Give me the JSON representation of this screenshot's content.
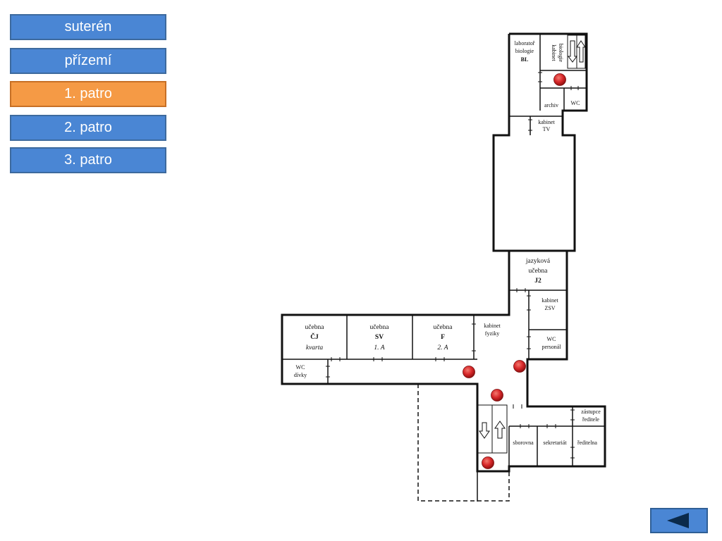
{
  "nav": {
    "floors": [
      {
        "label": "suterén",
        "active": false
      },
      {
        "label": "přízemí",
        "active": false
      },
      {
        "label": "1. patro",
        "active": true
      },
      {
        "label": "2. patro",
        "active": false
      },
      {
        "label": "3. patro",
        "active": false
      }
    ],
    "back_icon": "triangle-left-icon"
  },
  "colors": {
    "button": "#4a86d4",
    "button_active": "#f59a45",
    "marker": "#d8282a",
    "walls": "#111111"
  },
  "rooms": {
    "bl_name1": "laboratoř",
    "bl_name2": "biologie",
    "bl_code": "BL",
    "kab_bio1": "kabinet",
    "kab_bio2": "biologie",
    "archiv": "archiv",
    "wc_top": "WC",
    "kab_tv1": "kabinet",
    "kab_tv2": "TV",
    "j2_1": "jazyková",
    "j2_2": "učebna",
    "j2_code": "J2",
    "zsv1": "kabinet",
    "zsv2": "ZSV",
    "wcp1": "WC",
    "wcp2": "personál",
    "cj1": "učebna",
    "cj_code": "ČJ",
    "cj_class": "kvarta",
    "sv1": "učebna",
    "sv_code": "SV",
    "sv_class": "1. A",
    "f1": "učebna",
    "f_code": "F",
    "f_class": "2. A",
    "kf1": "kabinet",
    "kf2": "fyziky",
    "wcd1": "WC",
    "wcd2": "dívky",
    "zast1": "zástupce",
    "zast2": "ředitele",
    "sborovna": "sborovna",
    "sekretariat": "sekretariát",
    "reditelna": "ředitelna"
  }
}
